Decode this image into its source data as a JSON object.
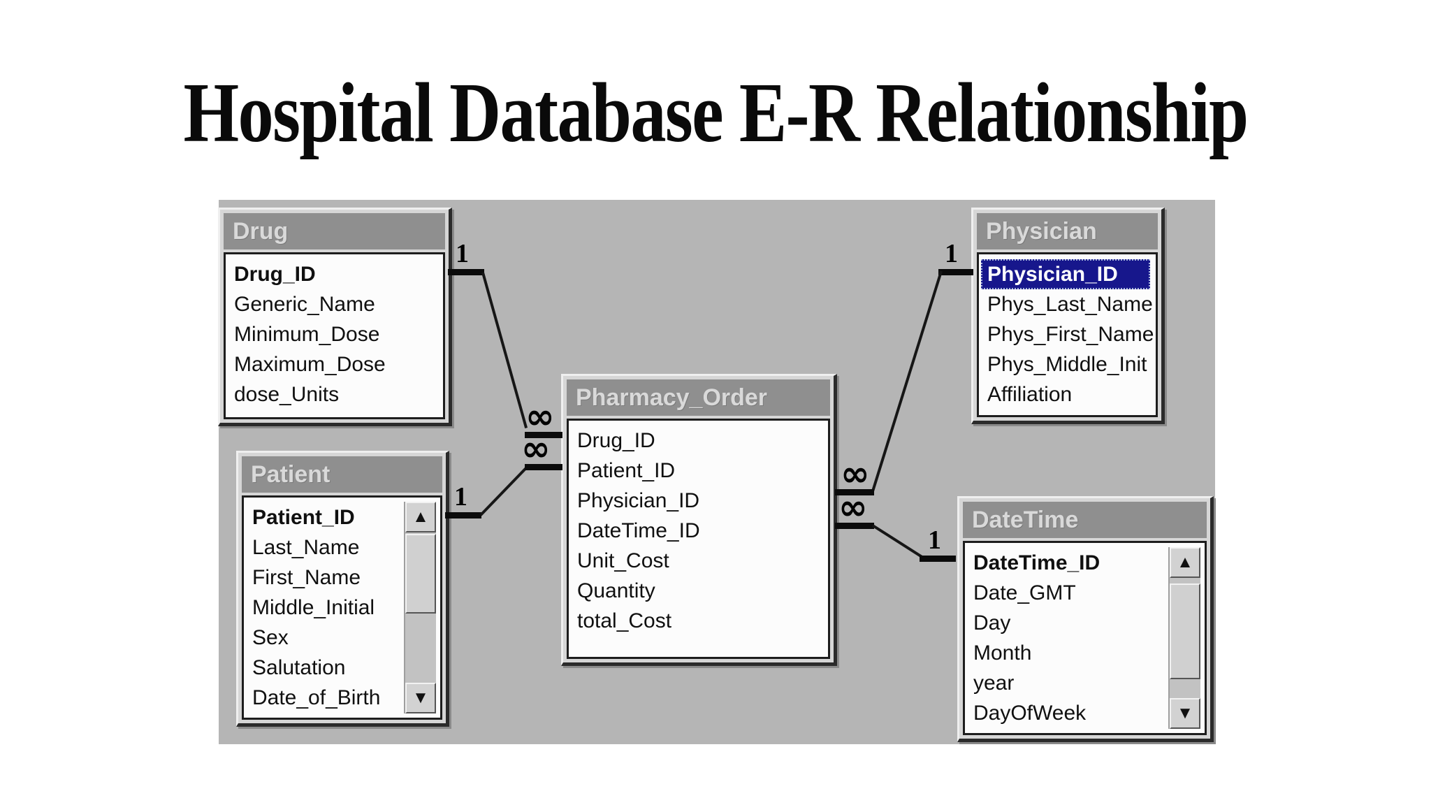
{
  "page": {
    "title": "Hospital Database E-R Relationship"
  },
  "scrollbar": {
    "up": "▲",
    "down": "▼"
  },
  "tables": [
    {
      "title": "Drug",
      "fields": [
        {
          "name": "Drug_ID",
          "pk": true
        },
        {
          "name": "Generic_Name"
        },
        {
          "name": "Minimum_Dose"
        },
        {
          "name": "Maximum_Dose"
        },
        {
          "name": "dose_Units"
        }
      ]
    },
    {
      "title": "Patient",
      "scrollbar": true,
      "fields": [
        {
          "name": "Patient_ID",
          "pk": true
        },
        {
          "name": "Last_Name"
        },
        {
          "name": "First_Name"
        },
        {
          "name": "Middle_Initial"
        },
        {
          "name": "Sex"
        },
        {
          "name": "Salutation"
        },
        {
          "name": "Date_of_Birth"
        }
      ]
    },
    {
      "title": "Pharmacy_Order",
      "fields": [
        {
          "name": "Drug_ID"
        },
        {
          "name": "Patient_ID"
        },
        {
          "name": "Physician_ID"
        },
        {
          "name": "DateTime_ID"
        },
        {
          "name": "Unit_Cost"
        },
        {
          "name": "Quantity"
        },
        {
          "name": "total_Cost"
        }
      ]
    },
    {
      "title": "Physician",
      "fields": [
        {
          "name": "Physician_ID",
          "pk": true,
          "highlight": true
        },
        {
          "name": "Phys_Last_Name"
        },
        {
          "name": "Phys_First_Name"
        },
        {
          "name": "Phys_Middle_Init"
        },
        {
          "name": "Affiliation"
        }
      ]
    },
    {
      "title": "DateTime",
      "scrollbar": true,
      "fields": [
        {
          "name": "DateTime_ID",
          "pk": true
        },
        {
          "name": "Date_GMT"
        },
        {
          "name": "Day"
        },
        {
          "name": "Month"
        },
        {
          "name": "year"
        },
        {
          "name": "DayOfWeek"
        }
      ]
    }
  ],
  "relationships": [
    {
      "from": "Drug",
      "to": "Pharmacy_Order",
      "from_card": "1",
      "to_card": "∞"
    },
    {
      "from": "Patient",
      "to": "Pharmacy_Order",
      "from_card": "1",
      "to_card": "∞"
    },
    {
      "from": "Physician",
      "to": "Pharmacy_Order",
      "from_card": "1",
      "to_card": "∞"
    },
    {
      "from": "DateTime",
      "to": "Pharmacy_Order",
      "from_card": "1",
      "to_card": "∞"
    }
  ]
}
